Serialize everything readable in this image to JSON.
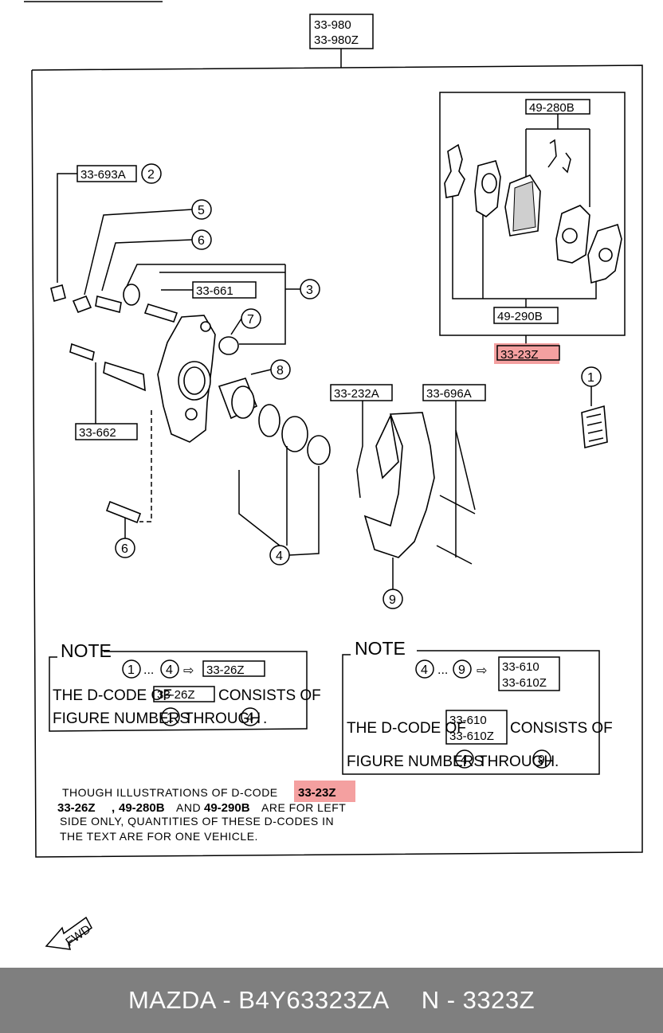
{
  "diagram": {
    "top_codes": [
      "33-980",
      "33-980Z"
    ],
    "pad_kit_codes": {
      "shims": "49-280B",
      "pads": "49-290B",
      "kit": "33-23Z"
    },
    "labels": {
      "lbl_693": "33-693A",
      "lbl_661": "33-661",
      "lbl_662": "33-662",
      "lbl_232": "33-232A",
      "lbl_696": "33-696A"
    },
    "callouts": [
      "1",
      "2",
      "3",
      "4",
      "5",
      "6",
      "7",
      "8",
      "9"
    ],
    "note_left": {
      "heading": "NOTE",
      "range_from": "1",
      "range_dots": "...",
      "range_to": "4",
      "arrow": "⇨",
      "code": "33-26Z",
      "line1_a": "THE D-CODE OF",
      "line1_code": "33-26Z",
      "line1_b": "CONSISTS OF",
      "line2_a": "FIGURE NUMBERS",
      "line2_from": "1",
      "line2_mid": "THROUGH",
      "line2_to": "4",
      "line2_end": "."
    },
    "note_right": {
      "heading": "NOTE",
      "range_from": "4",
      "range_dots": "...",
      "range_to": "9",
      "arrow": "⇨",
      "codes": [
        "33-610",
        "33-610Z"
      ],
      "line1_a": "THE D-CODE OF",
      "line1_codes": [
        "33-610",
        "33-610Z"
      ],
      "line1_b": "CONSISTS OF",
      "line2_a": "FIGURE NUMBERS",
      "line2_from": "4",
      "line2_mid": "THROUGH",
      "line2_to": "9",
      "line2_end": "."
    },
    "footnote": {
      "l1_a": "THOUGH ILLUSTRATIONS OF D-CODE",
      "l1_code": "33-23Z",
      "l2_code1": "33-26Z",
      "l2_sep": ",",
      "l2_code2": "49-280B",
      "l2_and": "AND",
      "l2_code3": "49-290B",
      "l2_b": "ARE FOR LEFT",
      "l3": "SIDE ONLY, QUANTITIES OF THESE D-CODES IN",
      "l4": "THE TEXT ARE FOR ONE VEHICLE."
    },
    "fwd": "FWD",
    "highlight_color": "#f08080"
  },
  "footer": {
    "left": "MAZDA - B4Y63323ZA",
    "right": "N - 3323Z",
    "bg_color": "#7f7f7f"
  }
}
